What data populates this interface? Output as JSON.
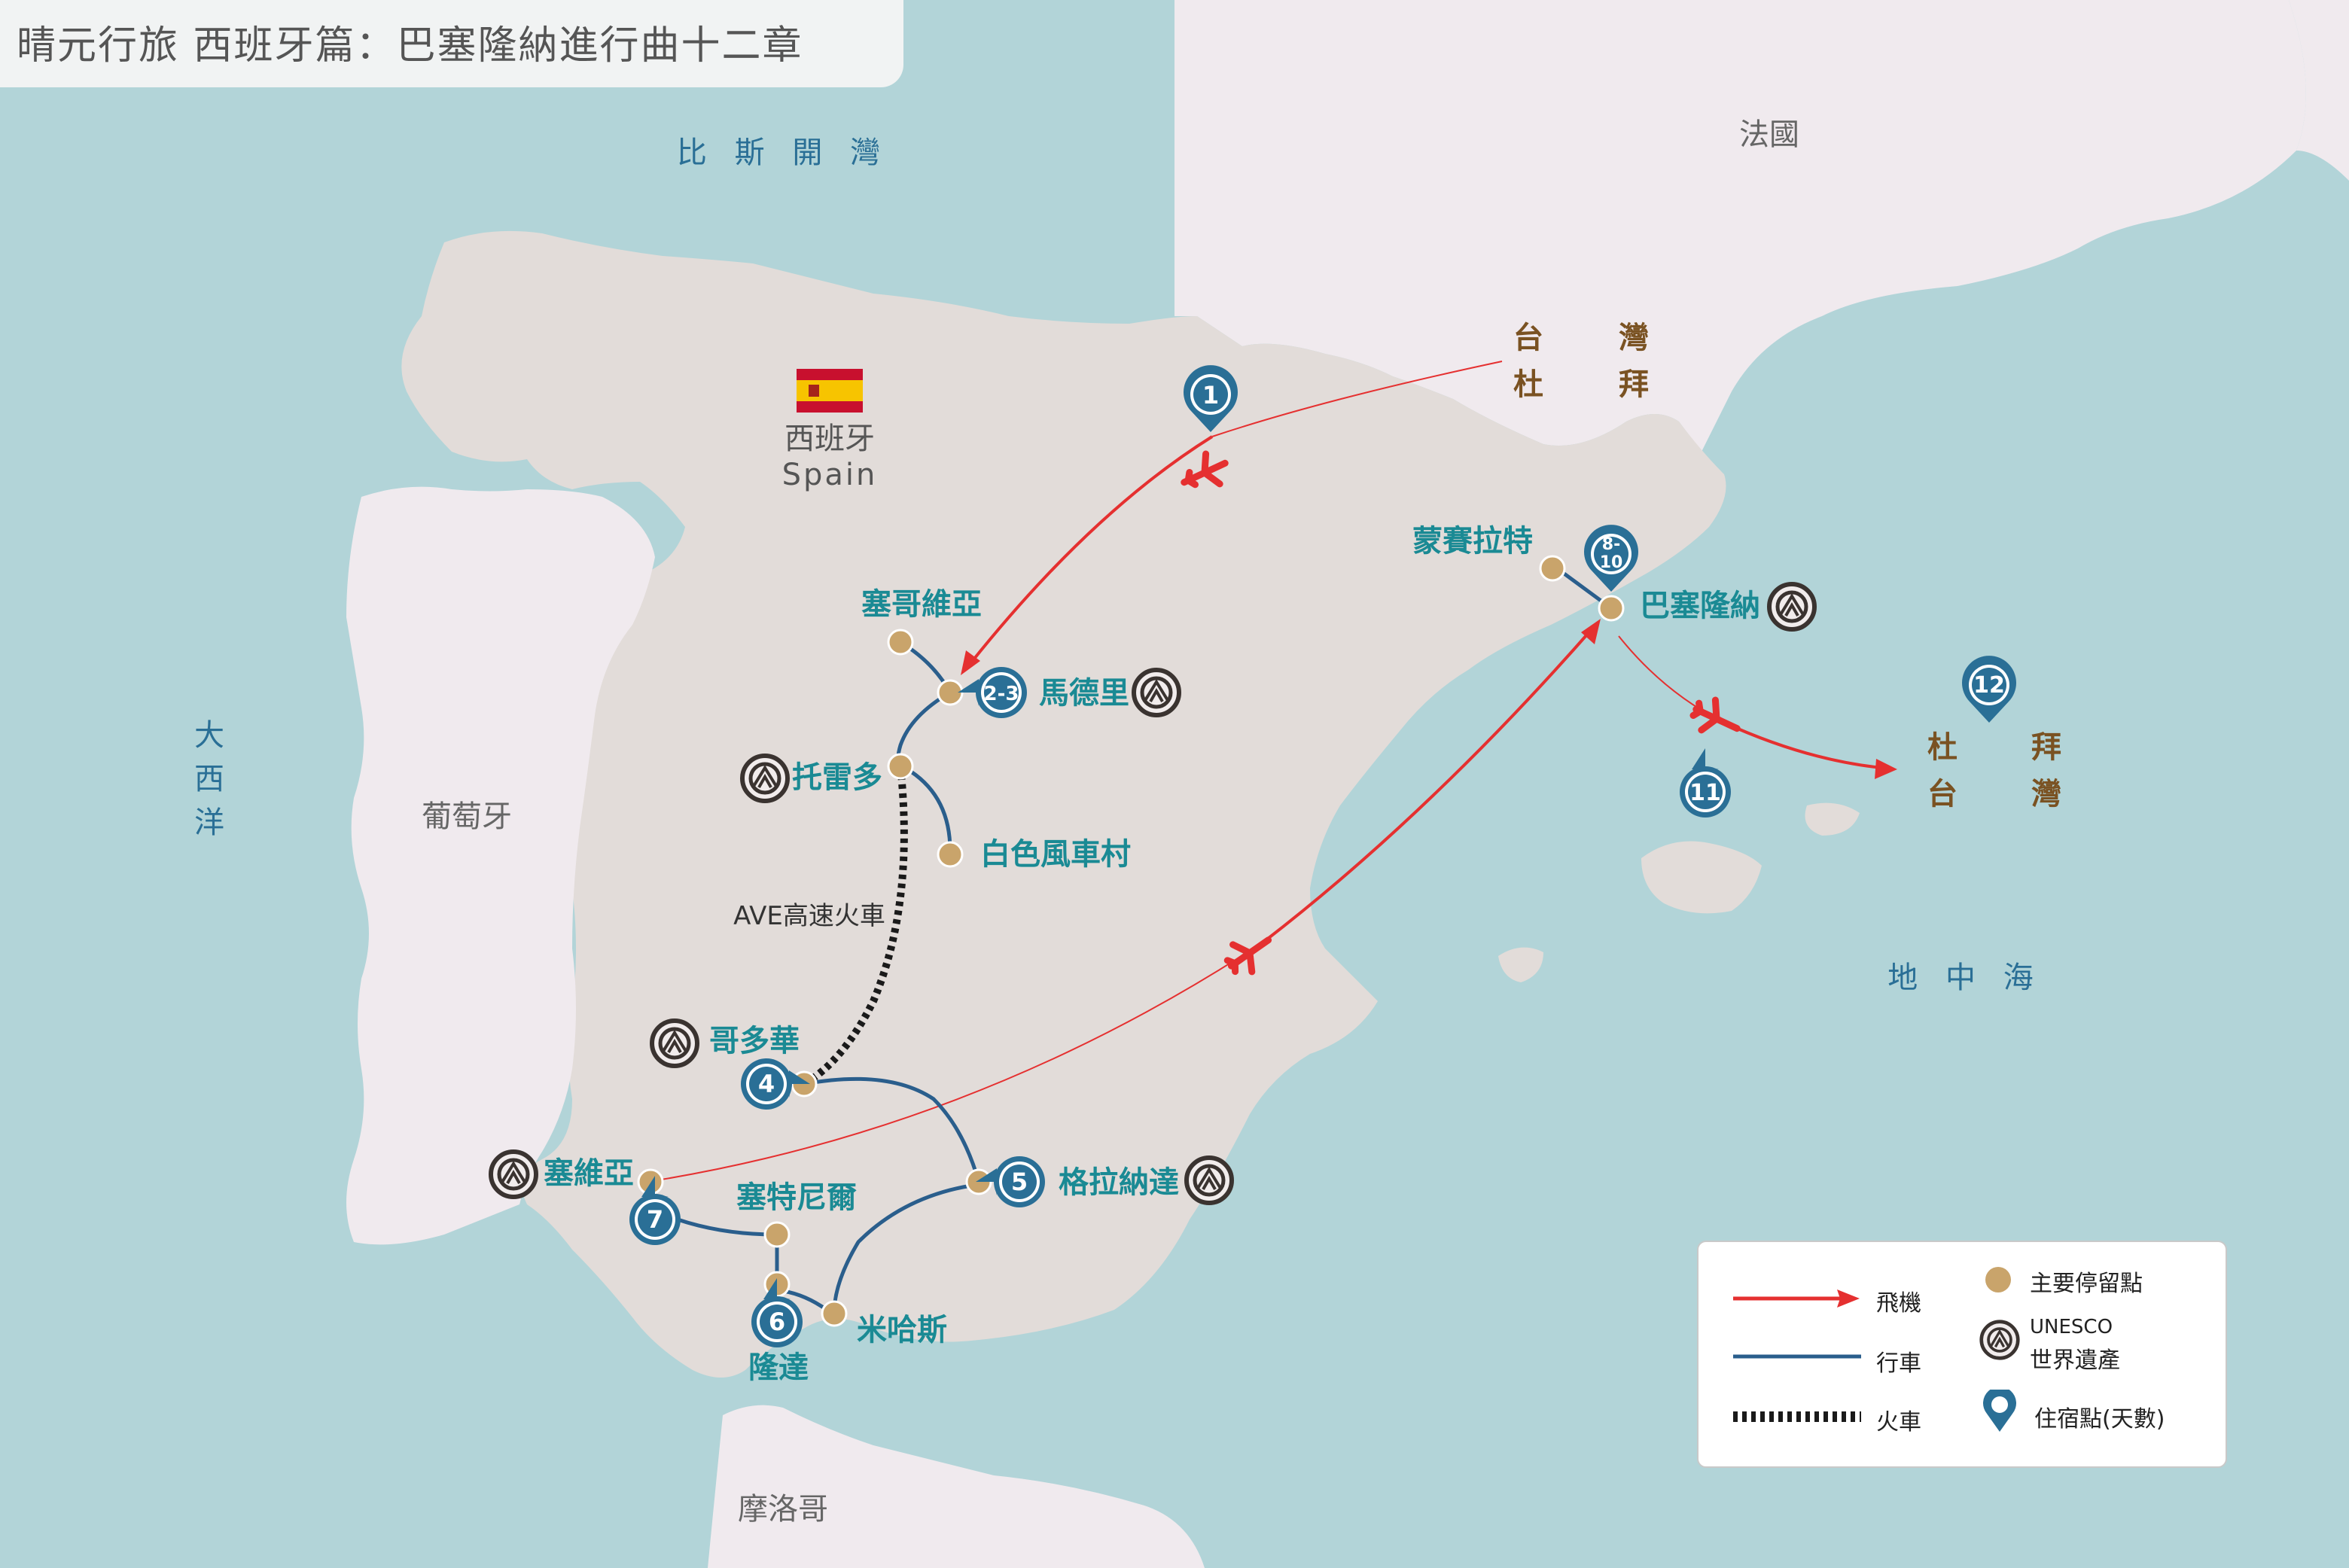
{
  "title": "晴元行旅 西班牙篇：巴塞隆納進行曲十二章",
  "seas": {
    "bay_of_biscay": "比 斯 開 灣",
    "atlantic_1": "大",
    "atlantic_2": "西",
    "atlantic_3": "洋",
    "mediterranean": "地 中 海"
  },
  "countries": {
    "france": "法國",
    "portugal": "葡萄牙",
    "morocco": "摩洛哥",
    "spain_zh": "西班牙",
    "spain_en": "Spain"
  },
  "origin": {
    "tw1": "台",
    "tw2": "灣",
    "db1": "杜",
    "db2": "拜"
  },
  "return": {
    "db1": "杜",
    "db2": "拜",
    "tw1": "台",
    "tw2": "灣"
  },
  "cities": {
    "segovia": "塞哥維亞",
    "madrid": "馬德里",
    "toledo": "托雷多",
    "consuegra": "白色風車村",
    "cordoba": "哥多華",
    "granada": "格拉納達",
    "seville": "塞維亞",
    "setenil": "塞特尼爾",
    "mijas": "米哈斯",
    "ronda": "隆達",
    "montserrat": "蒙賽拉特",
    "barcelona": "巴塞隆納"
  },
  "train_label": "AVE高速火車",
  "stays": {
    "s1": "1",
    "s23": "2-3",
    "s4": "4",
    "s5": "5",
    "s6": "6",
    "s7": "7",
    "s810a": "8-",
    "s810b": "10",
    "s11": "11",
    "s12": "12"
  },
  "legend": {
    "flight": "飛機",
    "drive": "行車",
    "train": "火車",
    "stop": "主要停留點",
    "unesco_1": "UNESCO",
    "unesco_2": "世界遺產",
    "stay": "住宿點(天數)"
  },
  "colors": {
    "sea": "#b2d4d8",
    "spain_land": "#e2dcd9",
    "other_land": "#f0eaee",
    "route_drive": "#2a5e8c",
    "route_flight": "#e53030",
    "stop_dot": "#c9a46b",
    "city_label": "#1a8a94",
    "pin": "#2a6f96"
  }
}
